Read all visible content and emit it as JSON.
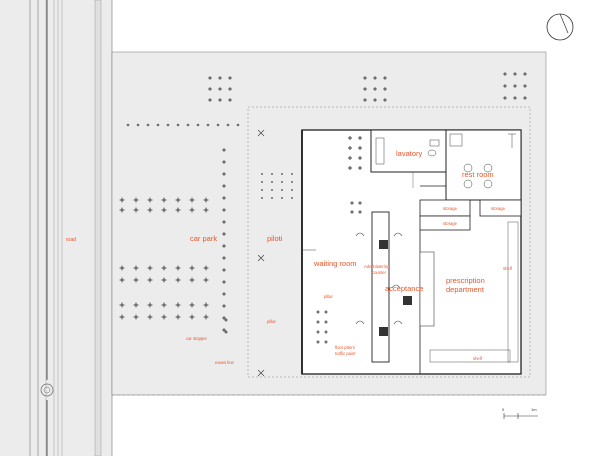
{
  "colors": {
    "background": "#ffffff",
    "site_fill": "#ececec",
    "road_fill": "#e2e2e2",
    "wall": "#222222",
    "line": "#555555",
    "label": "#e8562a"
  },
  "labels": {
    "road": "road",
    "car_park": "car park",
    "piloti": "piloti",
    "lavatory": "lavatory",
    "rest_room": "rest room",
    "storage_1": "storage",
    "storage_2": "storage",
    "storage_3": "storage",
    "waiting_room": "waiting room",
    "administering_counter_1": "Administering",
    "administering_counter_2": "counter",
    "acceptance": "acceptance",
    "prescription_1": "prescription",
    "prescription_2": "department",
    "shelf_1": "shelf",
    "shelf_2": "shelf",
    "pillar_1": "pillar",
    "pillar_2": "pillar",
    "car_stopper": "car stopper",
    "floor_pattern_1": "floor pttern",
    "floor_pattern_2": "traffic paint",
    "eaves_line": "eaves line"
  },
  "scale_bar": {
    "start": "0",
    "end": "1m"
  },
  "icons": {
    "north_arrow": "north-arrow-icon",
    "ground_markings": "floor-pattern-icon"
  }
}
